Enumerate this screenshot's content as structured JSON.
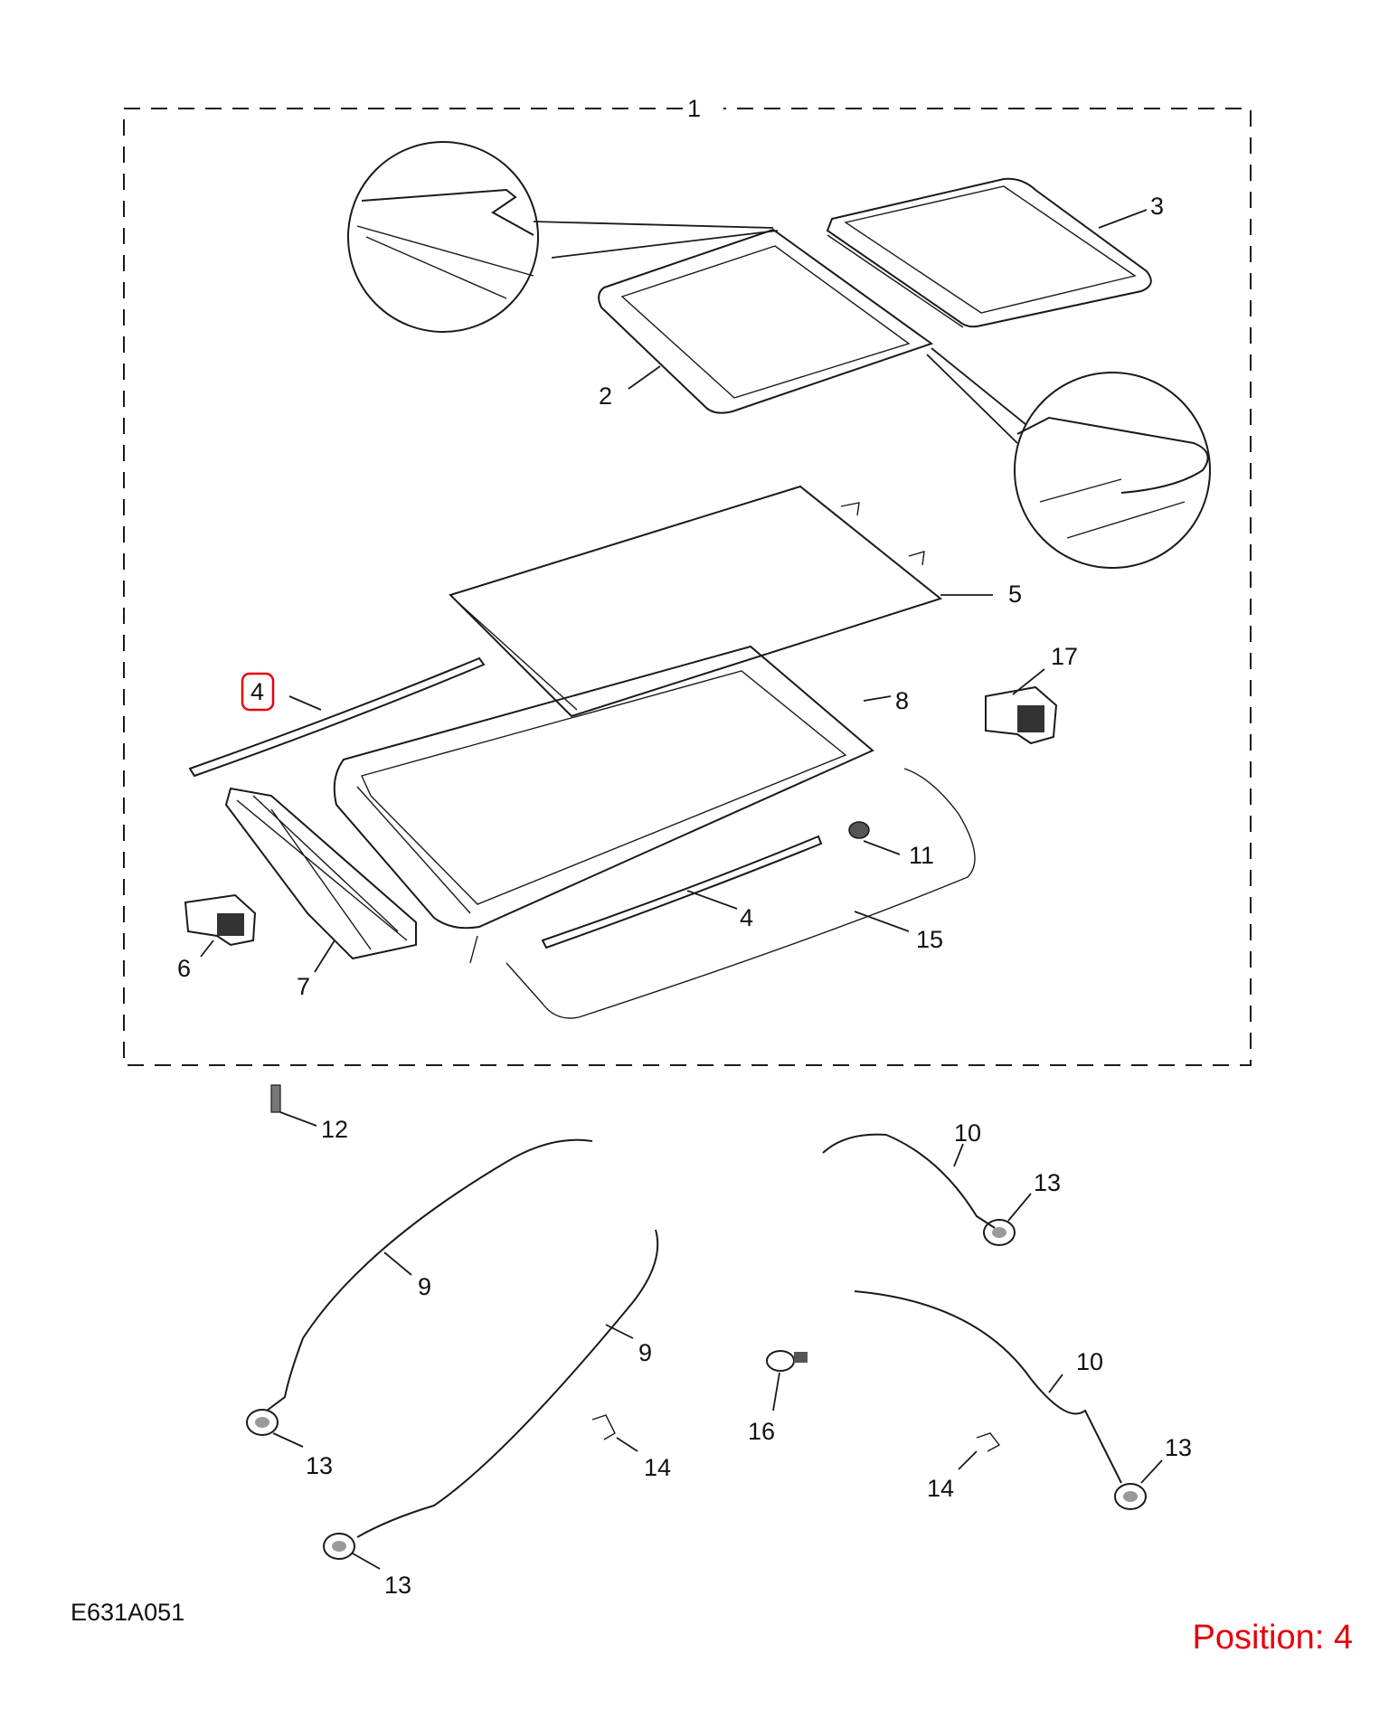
{
  "diagram": {
    "reference_code": "E631A051",
    "position_label": "Position: 4",
    "highlight_color": "#e8000b",
    "callouts": [
      "1",
      "2",
      "3",
      "4",
      "5",
      "6",
      "7",
      "4",
      "8",
      "9",
      "9",
      "10",
      "10",
      "11",
      "12",
      "13",
      "13",
      "13",
      "13",
      "14",
      "14",
      "15",
      "16",
      "17"
    ]
  }
}
